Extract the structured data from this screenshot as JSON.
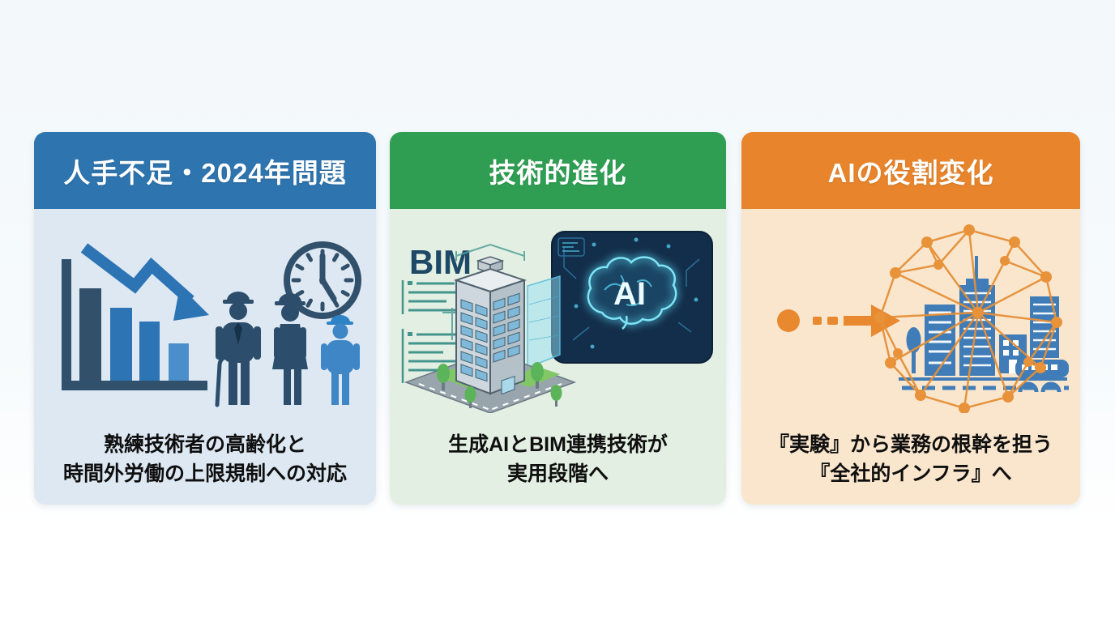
{
  "page": {
    "background_top": "#f3f8fb",
    "background_bottom": "#ffffff"
  },
  "panels": [
    {
      "id": "labor-shortage-2024",
      "title": "人手不足・2024年問題",
      "header_color": "#2e74ae",
      "body_color": "#dde8f2",
      "caption_lines": [
        "熟練技術者の高齢化と",
        "時間外労働の上限規制への対応"
      ],
      "accent_color": "#2d74b5",
      "icons": [
        "declining-bar-chart-icon",
        "downtrend-arrow-icon",
        "clock-icon",
        "elderly-worker-icon",
        "female-worker-icon",
        "young-worker-icon"
      ]
    },
    {
      "id": "technical-evolution",
      "title": "技術的進化",
      "header_color": "#2f9e53",
      "body_color": "#e3efe2",
      "caption_lines": [
        "生成AIとBIM連携技術が",
        "実用段階へ"
      ],
      "bim_label": "BIM",
      "ai_label": "AI",
      "accent_color": "#2f9e53",
      "icons": [
        "bim-building-icon",
        "spec-list-icon",
        "dimension-lines-icon",
        "ai-brain-icon"
      ]
    },
    {
      "id": "ai-role-change",
      "title": "AIの役割変化",
      "header_color": "#e8842b",
      "body_color": "#f9e6cd",
      "caption_lines": [
        "『実験』から業務の根幹を担う",
        "『全社的インフラ』へ"
      ],
      "accent_color": "#e8882f",
      "icons": [
        "transition-dot-icon",
        "dashed-arrow-icon",
        "ai-network-mesh-icon",
        "city-icon"
      ]
    }
  ]
}
